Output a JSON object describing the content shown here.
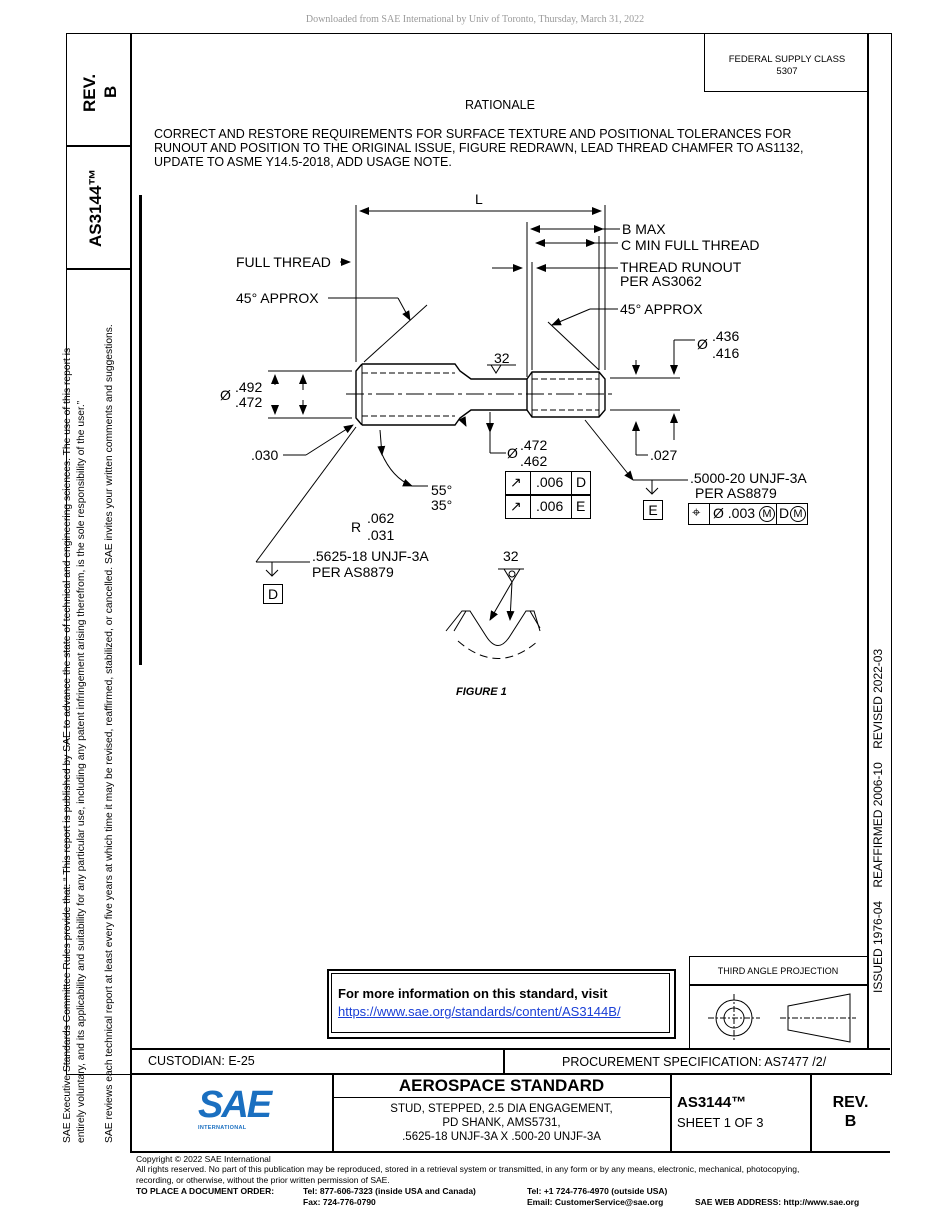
{
  "download_note": "Downloaded from SAE International by Univ of Toronto, Thursday, March 31, 2022",
  "left_strip": {
    "rev_label": "REV.",
    "rev_value": "B",
    "doc_id": "AS3144™",
    "disclaimer_line1": "SAE Executive Standards Committee Rules provide that: “ This report is published by SAE to advance the state of technical and engineering sciences. The use of this report is",
    "disclaimer_line2": "entirely voluntary, and its applicability and suitability for any particular use, including any patent infringement arising therefrom, is the sole responsibility of the user.”",
    "disclaimer_line3": "SAE reviews each technical report at least every five years at which time it may be revised, reaffirmed, stabilized, or cancelled. SAE invites your written comments and suggestions."
  },
  "right_strip": {
    "dates": "ISSUED 1976-04    REAFFIRMED 2006-10    REVISED 2022-03"
  },
  "header": {
    "federal_supply_class_label": "FEDERAL SUPPLY CLASS",
    "federal_supply_class_value": "5307",
    "rationale_title": "RATIONALE",
    "rationale_text_line1": "CORRECT AND RESTORE REQUIREMENTS FOR SURFACE TEXTURE AND POSITIONAL TOLERANCES FOR",
    "rationale_text_line2": "RUNOUT AND POSITION TO THE ORIGINAL ISSUE, FIGURE REDRAWN, LEAD THREAD CHAMFER TO AS1132,",
    "rationale_text_line3": "UPDATE TO ASME Y14.5-2018, ADD USAGE NOTE."
  },
  "figure": {
    "caption": "FIGURE 1",
    "dim_L": "L",
    "dim_B_max": "B MAX",
    "dim_C_min": "C MIN FULL THREAD",
    "full_thread": "FULL THREAD",
    "thread_runout_1": "THREAD RUNOUT",
    "thread_runout_2": "PER AS3062",
    "approx_left": "45° APPROX",
    "approx_right": "45° APPROX",
    "dia_small_sym": "Ø",
    "dia_small_1": ".436",
    "dia_small_2": ".416",
    "dia_large_sym": "Ø",
    "dia_large_1": ".492",
    "dia_large_2": ".472",
    "finish_32": "32",
    "chamfer_left": ".030",
    "chamfer_right": ".027",
    "shank_sym": "Ø",
    "shank_dia_1": ".472",
    "shank_dia_2": ".462",
    "runout_tol_1": ".006",
    "runout_datum_1": "D",
    "runout_tol_2": ".006",
    "runout_datum_2": "E",
    "angle_1": "55°",
    "angle_2": "35°",
    "radius_label": "R",
    "radius_1": ".062",
    "radius_2": ".031",
    "thread_small_1": ".5000-20 UNJF-3A",
    "thread_small_2": "PER AS8879",
    "datum_E": "E",
    "position_tol": "Ø .003",
    "position_mod": "M",
    "position_datum": "D",
    "position_datum_mod": "M",
    "thread_large_1": ".5625-18 UNJF-3A",
    "thread_large_2": "PER AS8879",
    "datum_D": "D",
    "finish_32_detail": "32"
  },
  "info_box": {
    "line1": "For more information on this standard, visit",
    "link": "https://www.sae.org/standards/content/AS3144B/"
  },
  "projection": {
    "label": "THIRD ANGLE PROJECTION"
  },
  "title_block": {
    "custodian": "CUSTODIAN: E-25",
    "procurement": "PROCUREMENT SPECIFICATION: AS7477 /2/",
    "logo_text": "SAE",
    "logo_sub": "INTERNATIONAL",
    "standard_type": "AEROSPACE STANDARD",
    "desc_line1": "STUD, STEPPED, 2.5 DIA ENGAGEMENT,",
    "desc_line2": "PD SHANK, AMS5731,",
    "desc_line3": ".5625-18 UNJF-3A X .500-20 UNJF-3A",
    "doc_number": "AS3144™",
    "sheet": "SHEET 1 OF 3",
    "rev_label": "REV.",
    "rev_value": "B"
  },
  "footer": {
    "copyright": "Copyright © 2022 SAE International",
    "rights_line1": "All rights reserved. No part of this publication may be reproduced, stored in a retrieval system or transmitted, in any form or by any means, electronic, mechanical, photocopying,",
    "rights_line2": "recording, or otherwise, without the prior written permission of SAE.",
    "order_label": "TO PLACE A DOCUMENT ORDER:",
    "tel_usa": "Tel: 877-606-7323 (inside USA and Canada)",
    "fax": "Fax: 724-776-0790",
    "tel_outside": "Tel: +1 724-776-4970 (outside USA)",
    "email": "Email: CustomerService@sae.org",
    "web": "SAE WEB ADDRESS: http://www.sae.org"
  }
}
